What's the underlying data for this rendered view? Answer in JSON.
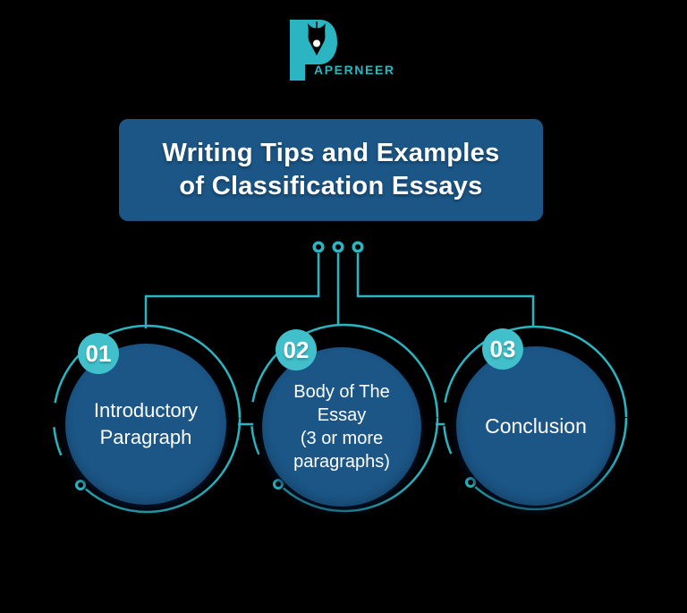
{
  "colors": {
    "bg": "#000000",
    "teal": "#2bb5c3",
    "teal_badge": "#41bfcb",
    "blue": "#1b5686",
    "white": "#ffffff"
  },
  "logo": {
    "brand_text": "APERNEER"
  },
  "banner": {
    "title": "Writing Tips and Examples\nof Classification Essays"
  },
  "steps": [
    {
      "number": "01",
      "label": "Introductory\nParagraph"
    },
    {
      "number": "02",
      "label": "Body of The\nEssay\n(3 or more\nparagraphs)"
    },
    {
      "number": "03",
      "label": "Conclusion"
    }
  ]
}
